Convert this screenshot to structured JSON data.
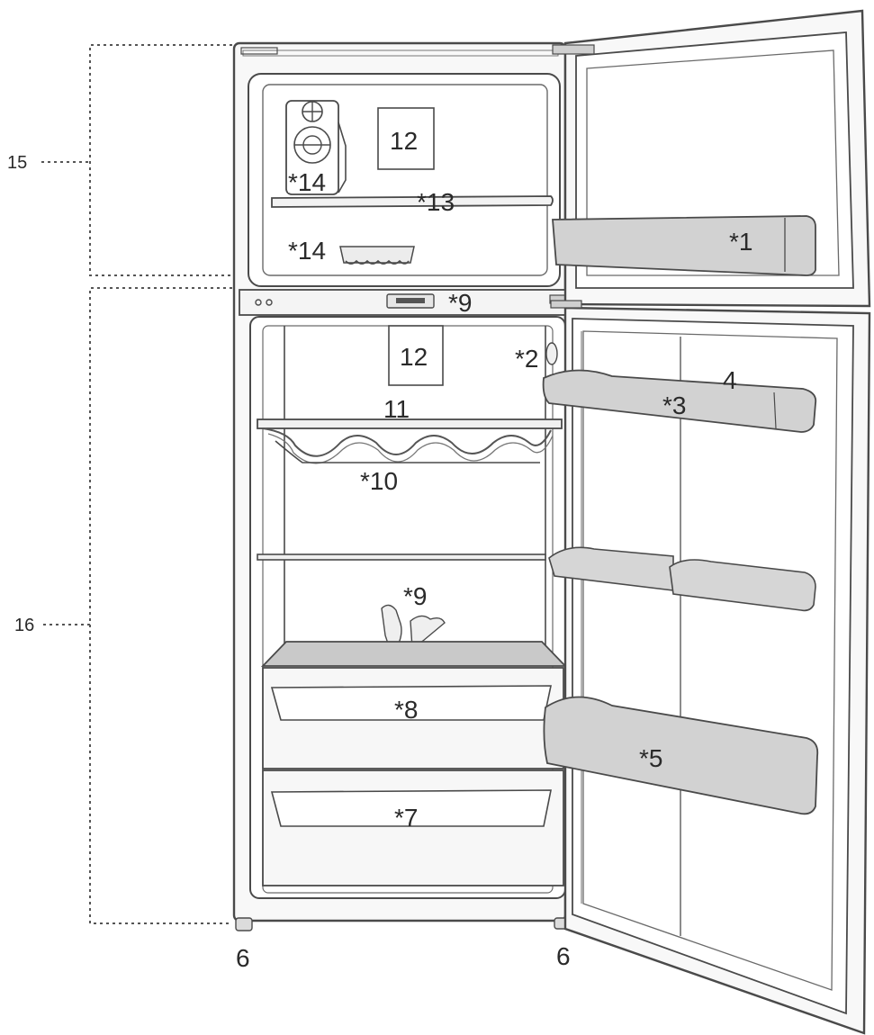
{
  "labels": {
    "freezer_door_shelf": "*1",
    "fridge_lamp": "*2",
    "upper_door_shelf": "*3",
    "door_shelf_number": "4",
    "bottle_shelf": "*5",
    "foot_left": "6",
    "foot_right": "6",
    "crisper_lower": "*7",
    "crisper_upper": "*8",
    "thermostat": "*9",
    "egg_holder": "*9",
    "wine_rack": "*10",
    "glass_shelf": "11",
    "fridge_section_icon": "12",
    "freezer_section_icon": "12",
    "freezer_shelf": "*13",
    "ice_tray_top": "*14",
    "ice_tray_bottom": "*14",
    "freezer_compartment": "15",
    "fridge_compartment": "16"
  }
}
